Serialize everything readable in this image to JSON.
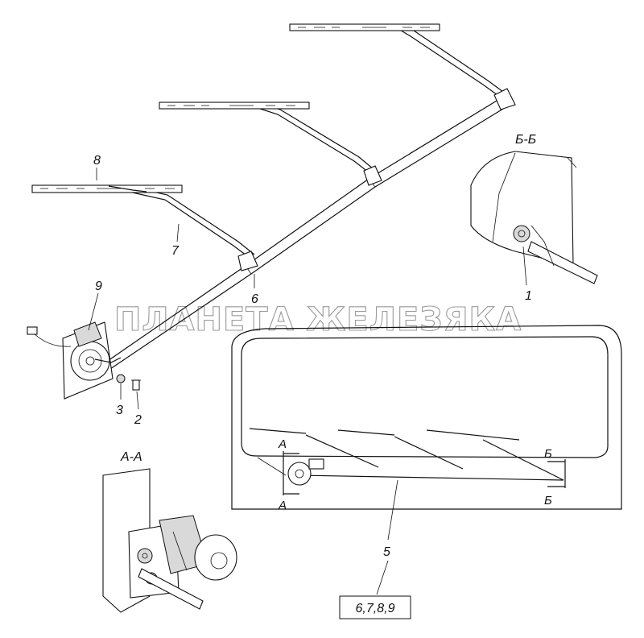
{
  "watermark": "ПЛАНЕТА ЖЕЛЕЗЯКА",
  "labels": {
    "p1": "1",
    "p2": "2",
    "p3": "3",
    "p5": "5",
    "p6": "6",
    "p7": "7",
    "p8": "8",
    "p9": "9",
    "kit": "6,7,8,9"
  },
  "sections": {
    "bb_title": "Б-Б",
    "aa_title": "А-А",
    "a_top": "А",
    "a_bottom": "А",
    "b_top": "Б",
    "b_bottom": "Б"
  }
}
